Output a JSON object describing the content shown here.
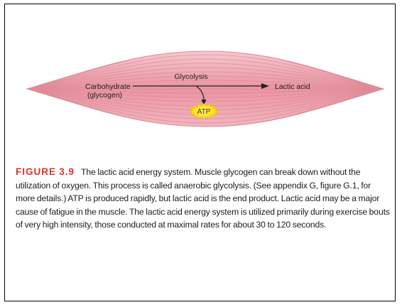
{
  "figure": {
    "label": "FIGURE 3.9",
    "caption": "The lactic acid energy system. Muscle glycogen can break down without the utilization of oxygen. This process is called anaerobic glycolysis. (See appendix G, figure G.1, for more details.) ATP is produced rapidly, but lactic acid is the end product. Lactic acid may be a major cause of fatigue in the muscle. The lactic acid energy system is utilized primarily during exercise bouts of very high intensity, those conducted at maximal rates for about 30 to 120 seconds."
  },
  "diagram": {
    "process_label": "Glycolysis",
    "source_line1": "Carbohydrate",
    "source_line2": "(glycogen)",
    "product_label": "Lactic acid",
    "energy_label": "ATP"
  },
  "colors": {
    "muscle_fill": "#eba0aa",
    "muscle_stripe": "#d47a88",
    "figure_label": "#d9342b",
    "atp_fill": "#ffe01a"
  }
}
